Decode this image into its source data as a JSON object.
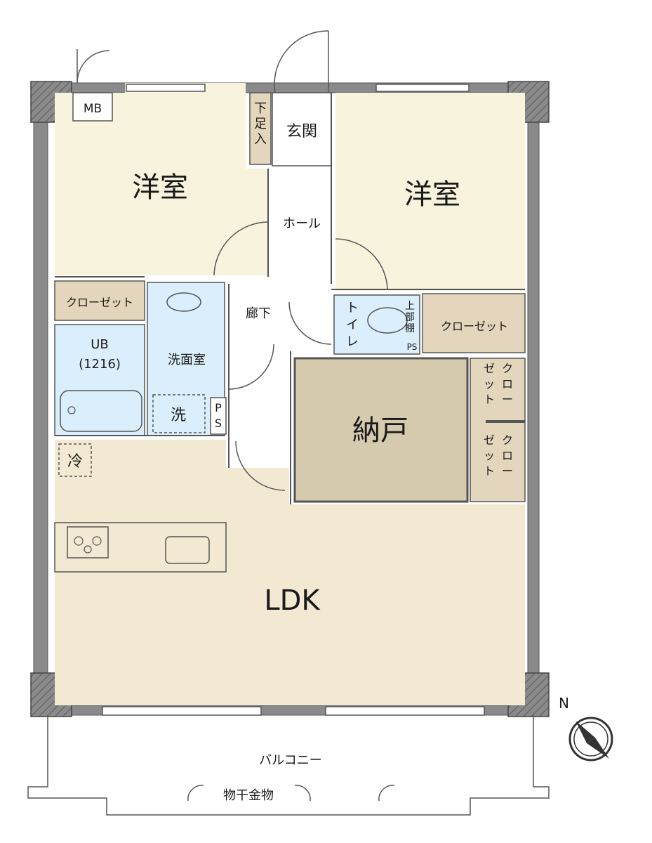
{
  "colors": {
    "western_room": "#f8f3dc",
    "ldk": "#f3e8d2",
    "closet": "#e4d6bc",
    "storage": "#d6caae",
    "wet_area": "#dbeefb",
    "wall": "#7d7d7d"
  },
  "rooms": {
    "mb": "MB",
    "western_left": "洋室",
    "western_right": "洋室",
    "entrance": "玄関",
    "shoe_box": "下足入",
    "hall": "ホール",
    "corridor": "廊下",
    "closet_left": "クローゼット",
    "closet_right": "クローゼット",
    "closet_col1": "クロー\nゼット",
    "closet_col2": "クロー\nゼット",
    "ub": "UB",
    "ub_size": "(1216)",
    "washroom": "洗面室",
    "washer": "洗",
    "ps": "P\nS",
    "toilet": "トイレ",
    "upper_shelf": "上部棚",
    "ps_small": "PS",
    "storage": "納戸",
    "fridge": "冷",
    "ldk": "LDK",
    "balcony": "バルコニー",
    "laundry_hanger": "物干金物"
  },
  "compass": {
    "north_label": "N",
    "icon": "compass-icon"
  }
}
